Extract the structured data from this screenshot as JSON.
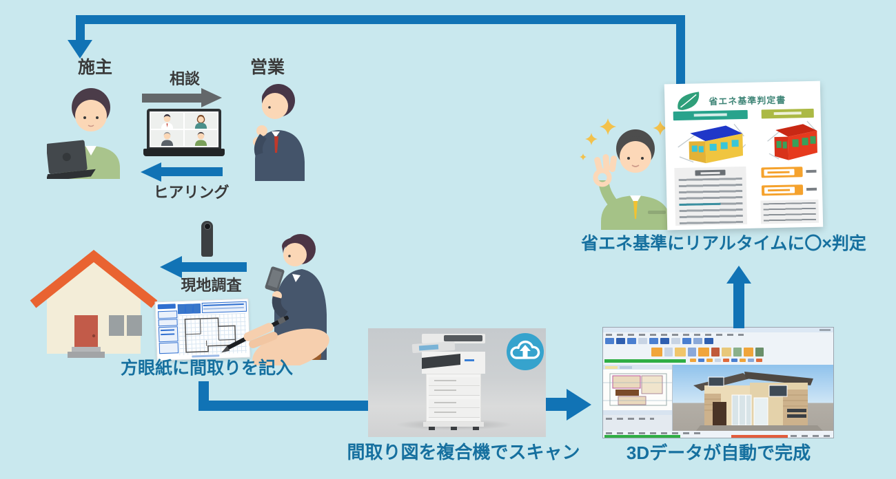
{
  "palette": {
    "background": "#c9e8ee",
    "arrow_blue": "#1173b5",
    "arrow_gray": "#63676a",
    "caption_blue": "#16709f",
    "label_dark": "#3a3a3a",
    "roof_orange": "#e96331",
    "doc_header_teal": "#28a38c",
    "doc_header_olive": "#abb944",
    "doc_orange": "#f5a22d",
    "cloud_icon_blue": "#36a3cd",
    "uniform_green": "#a5c287"
  },
  "consultation": {
    "client_label": "施主",
    "sales_label": "営業",
    "consult_arrow_label": "相談",
    "hearing_arrow_label": "ヒアリング"
  },
  "survey": {
    "arrow_label": "現地調査",
    "caption": "方眼紙に間取りを記入"
  },
  "scan": {
    "caption": "間取り図を複合機でスキャン"
  },
  "cad": {
    "caption": "3Dデータが自動で完成"
  },
  "judgement": {
    "caption": "省エネ基準にリアルタイムに〇×判定",
    "document_title": "省エネ基準判定書"
  }
}
